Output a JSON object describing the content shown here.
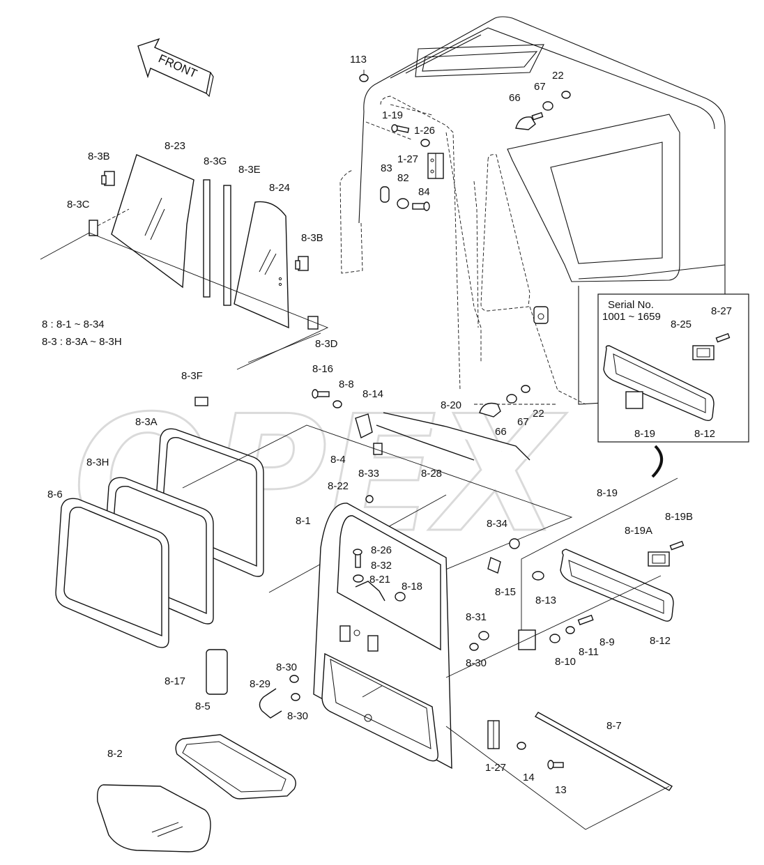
{
  "front_arrow": {
    "label": "FRONT"
  },
  "notes": {
    "line1": "8 : 8-1 ~ 8-34",
    "line2": "8-3 : 8-3A ~ 8-3H"
  },
  "inset": {
    "title_line1": "Serial No.",
    "title_line2": "1001 ~ 1659"
  },
  "watermark": {
    "text": "OPEX"
  },
  "labels": {
    "p113": "113",
    "p22a": "22",
    "p67a": "67",
    "p66a": "66",
    "p1_19": "1-19",
    "p1_26": "1-26",
    "p1_27a": "1-27",
    "p83": "83",
    "p82": "82",
    "p84": "84",
    "p8_3B_a": "8-3B",
    "p8_23": "8-23",
    "p8_3G": "8-3G",
    "p8_3E": "8-3E",
    "p8_24": "8-24",
    "p8_3C": "8-3C",
    "p8_3B_b": "8-3B",
    "p8_3D": "8-3D",
    "p8_16": "8-16",
    "p8_8": "8-8",
    "p8_14": "8-14",
    "p8_20": "8-20",
    "p66b": "66",
    "p67b": "67",
    "p22b": "22",
    "p8_3F": "8-3F",
    "p8_3A": "8-3A",
    "p8_3H": "8-3H",
    "p8_6": "8-6",
    "p8_4": "8-4",
    "p8_33": "8-33",
    "p8_28": "8-28",
    "p8_22": "8-22",
    "p8_1": "8-1",
    "p8_26": "8-26",
    "p8_32": "8-32",
    "p8_21": "8-21",
    "p8_18": "8-18",
    "p8_34": "8-34",
    "p8_15": "8-15",
    "p8_19": "8-19",
    "p8_19A": "8-19A",
    "p8_19B": "8-19B",
    "p8_13": "8-13",
    "p8_12b": "8-12",
    "p8_9": "8-9",
    "p8_11": "8-11",
    "p8_10": "8-10",
    "p8_31": "8-31",
    "p8_30a": "8-30",
    "p8_17": "8-17",
    "p8_30b": "8-30",
    "p8_29": "8-29",
    "p8_30c": "8-30",
    "p8_5": "8-5",
    "p8_2": "8-2",
    "p1_27b": "1-27",
    "p14": "14",
    "p13": "13",
    "p8_7": "8-7",
    "p8_27": "8-27",
    "p8_25": "8-25",
    "p8_19c": "8-19",
    "p8_12a": "8-12"
  }
}
